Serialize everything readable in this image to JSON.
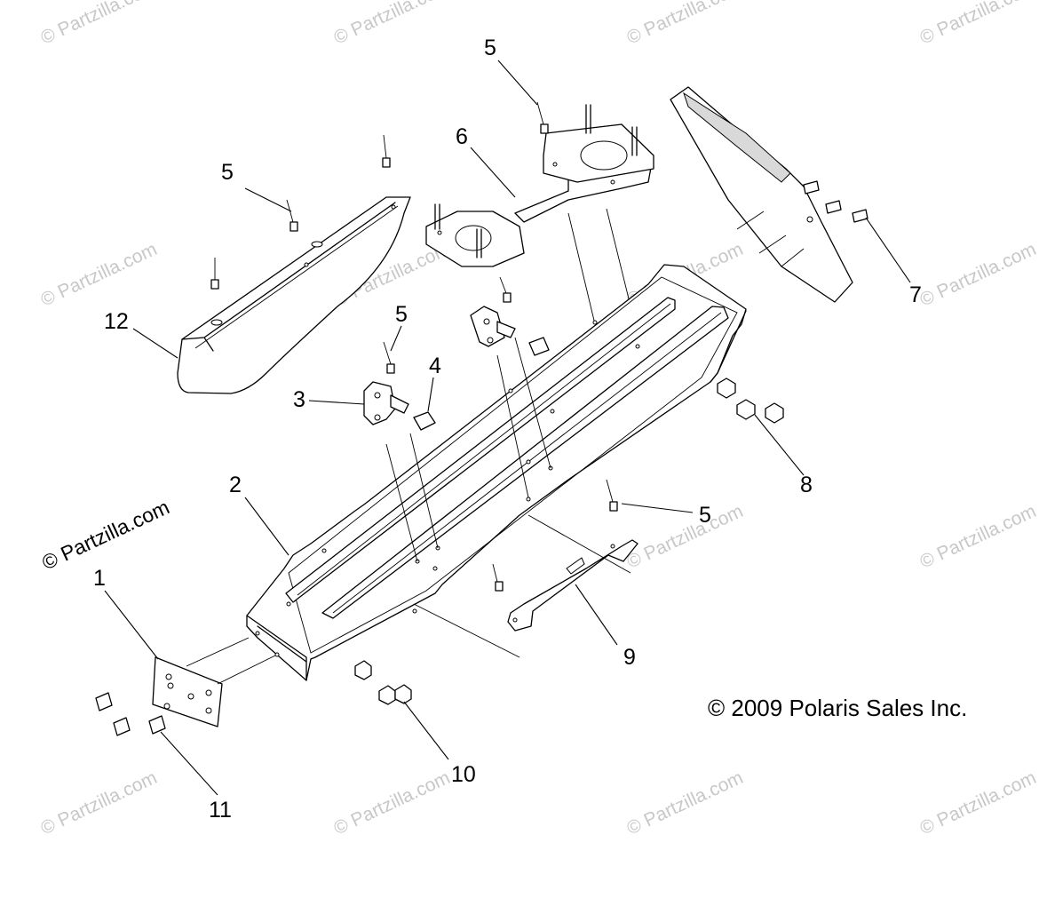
{
  "watermark": {
    "text": "© Partzilla.com",
    "faded_text": "© Partzilla.com"
  },
  "copyright": "© 2009 Polaris Sales Inc.",
  "callouts": {
    "c1": "1",
    "c2": "2",
    "c3": "3",
    "c4": "4",
    "c5a": "5",
    "c5b": "5",
    "c5c": "5",
    "c5d": "5",
    "c6": "6",
    "c7": "7",
    "c8": "8",
    "c9": "9",
    "c10": "10",
    "c11": "11",
    "c12": "12"
  },
  "colors": {
    "line": "#000000",
    "watermark": "#c8c8c8",
    "background": "#ffffff"
  }
}
